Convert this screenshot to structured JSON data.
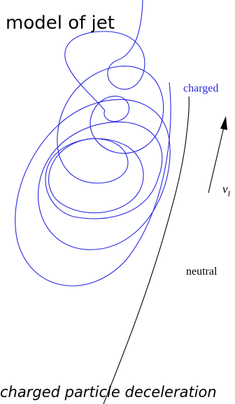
{
  "title": "model of jet",
  "labels": {
    "charged": "charged",
    "neutral": "neutral",
    "velocity_symbol": "v",
    "velocity_subscript": "I"
  },
  "caption": "charged particle deceleration",
  "colors": {
    "charged": "#2626e0",
    "neutral": "#000000",
    "background": "#ffffff"
  }
}
